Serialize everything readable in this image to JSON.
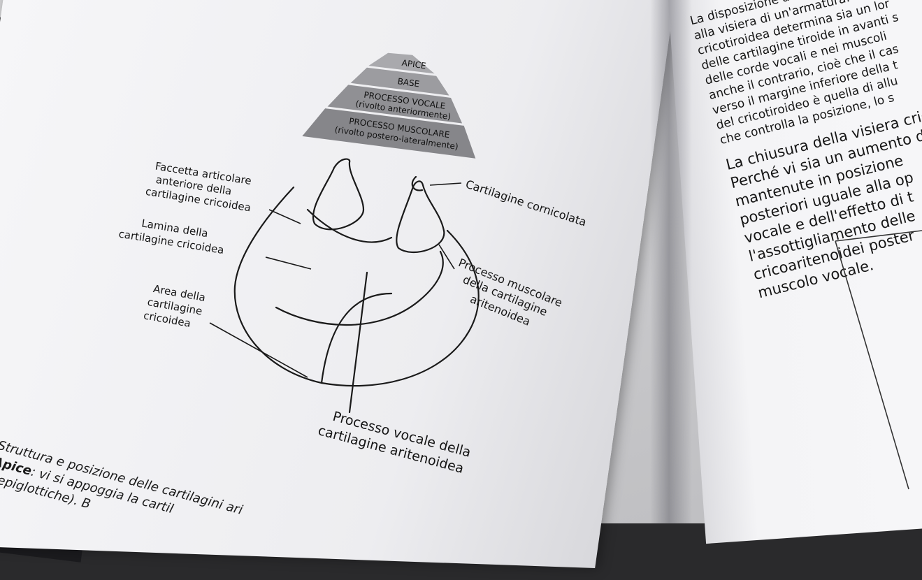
{
  "pyramid": {
    "levels": [
      "APICE",
      "BASE",
      "PROCESSO VOCALE",
      "(rivolto anteriormente)",
      "PROCESSO MUSCOLARE",
      "(rivolto postero-lateralmente)"
    ]
  },
  "labels": {
    "faccetta": [
      "Faccetta articolare",
      "anteriore della",
      "cartilagine cricoidea"
    ],
    "lamina": [
      "Lamina della",
      "cartilagine cricoidea"
    ],
    "area": [
      "Area della",
      "cartilagine",
      "cricoidea"
    ],
    "corniculata": "Cartilagine cornicolata",
    "muscolare": [
      "Processo muscolare",
      "della cartilagine",
      "aritenoidea"
    ],
    "vocale": [
      "Processo vocale della",
      "cartilagine aritenoidea"
    ]
  },
  "caption": {
    "title": "Struttura e posizione delle cartilagini ari",
    "apice_term": "Apice",
    "apice_text": ": vi si appoggia la cartil",
    "line3": "riepiglottiche). B"
  },
  "right_page": {
    "lines": [
      "La disposizione anatomica della car",
      "alla visiera di un'armatura: l'inclinazi",
      "cricotiroidea determina sia un lor",
      "delle cartilagine tiroide in avanti s",
      "delle corde vocali e nei muscoli",
      "anche il contrario, cioè che il cas",
      "verso il margine inferiore della t",
      "del cricotiroideo è quella di allu",
      "che controlla la posizione, lo s"
    ],
    "big_lines": [
      "La chiusura della visiera cric",
      "Perché vi sia un aumento de",
      "mantenute in posizione",
      "posteriori uguale alla op",
      "vocale e dell'effetto di t",
      "l'assottigliamento delle",
      "cricoaritenoidei poster",
      "muscolo vocale."
    ]
  }
}
